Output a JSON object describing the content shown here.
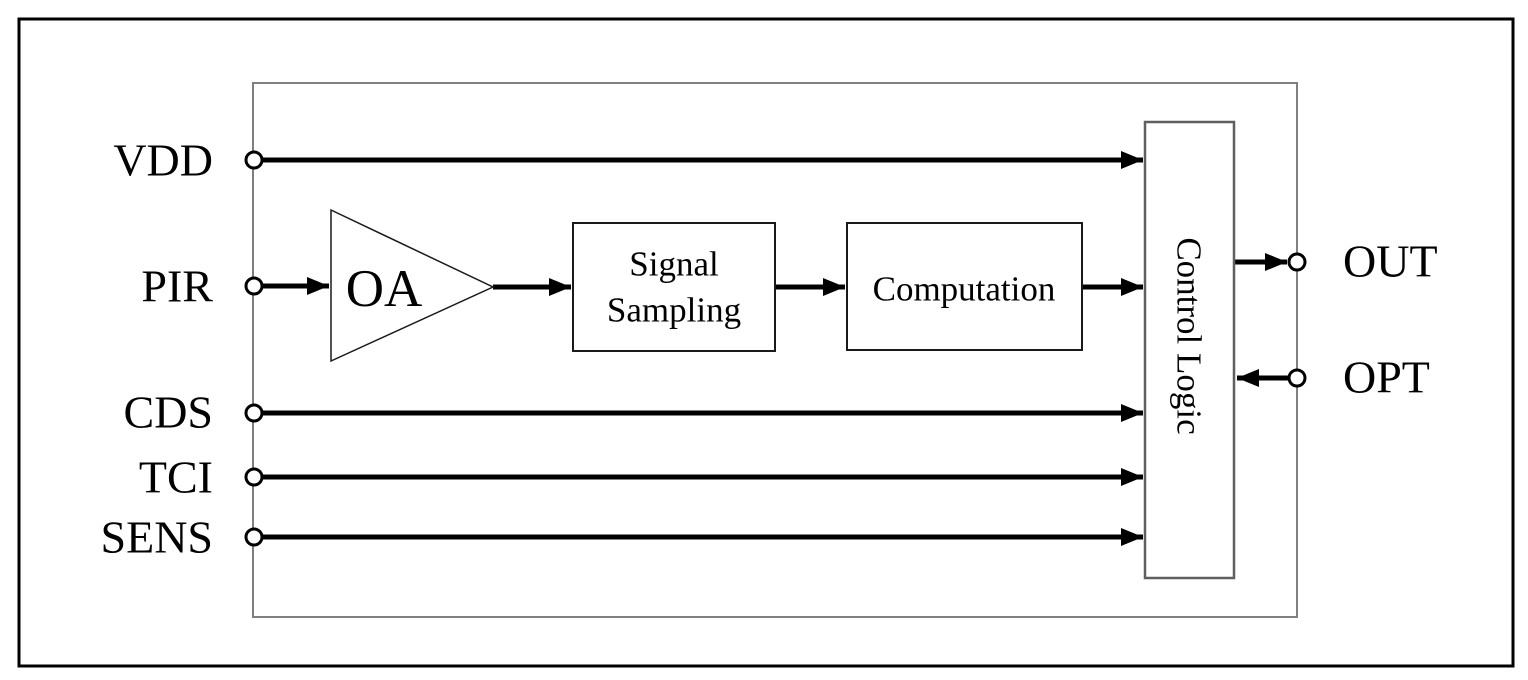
{
  "colors": {
    "background": "#ffffff",
    "line": "#000000",
    "text": "#000000",
    "outer_border": "#000000",
    "chip_border": "#808080",
    "control_border": "#5f5f5f",
    "box_border": "#1a1a1a"
  },
  "pins": {
    "left": [
      "VDD",
      "PIR",
      "CDS",
      "TCI",
      "SENS"
    ],
    "right": [
      "OUT",
      "OPT"
    ]
  },
  "blocks": {
    "amplifier_label": "OA",
    "signal_sampling_line1": "Signal",
    "signal_sampling_line2": "Sampling",
    "computation_label": "Computation",
    "control_logic_label": "Control Logic"
  }
}
